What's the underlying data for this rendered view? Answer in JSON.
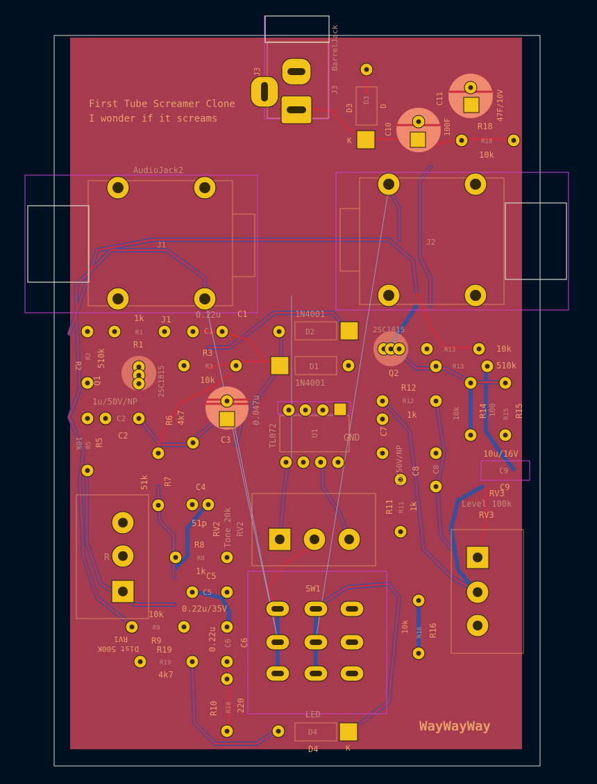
{
  "board": {
    "title_line1": "First Tube Screamer Clone",
    "title_line2": "I wonder if it screams",
    "brand": "WayWayWay"
  },
  "colors": {
    "background": "#001023",
    "board_fill": "#a63a4e",
    "copper_front": "#c83040",
    "copper_back": "#3a4f9a",
    "pad": "#f2c21b",
    "silkscreen": "#e8a06a",
    "courtyard": "#d040d0",
    "edge_cuts": "#d8d8c8"
  },
  "labels": {
    "audiojack2": "AudioJack2",
    "j1": "J1",
    "j2": "J2",
    "j3a": "J3",
    "j3b": "J3",
    "barrel_jack": "BarrelJack",
    "d3a": "D3",
    "d3b": "D3",
    "d3_d": "D",
    "d3_k": "K",
    "c10": "C10",
    "c10_val": "100F",
    "c11": "C11",
    "c11_val": "47F/10V",
    "r18": "R18",
    "r18_body": "R18",
    "r18_val": "10k",
    "r1_val": "1k",
    "r1": "R1",
    "r1_body": "R1",
    "j1b": "J1",
    "c1_val": "0.22u",
    "c1": "C1",
    "c1_body": "C1",
    "r2": "R2",
    "r2_body": "R2",
    "r2_val": "510k",
    "q1": "Q1",
    "q1_val": "2SC1815",
    "r3": "R3",
    "r3_body": "R3",
    "r3_val": "10k",
    "d2_val": "1N4001",
    "d2": "D2",
    "d1": "D1",
    "d1_val": "1N4001",
    "q2_val": "2SC1815",
    "q2": "Q2",
    "r13_a": "R13",
    "r13_b": "R13",
    "r13_val": "10k",
    "r12_val": "510k",
    "r12": "R12",
    "r12_body": "R12",
    "r12b_val": "1k",
    "c2_val": "1u/50V/NP",
    "c2": "C2",
    "c2_body": "C2",
    "r5": "R5",
    "r5_body": "R5",
    "r5_val": "10k",
    "r6": "R6",
    "r6_val": "4k7",
    "c3": "C3",
    "c_047": "0.047u",
    "u1": "TL072",
    "u1_ref": "U1",
    "gnd": "GND",
    "c7": "C7",
    "c7_val": "1u/50V/NP",
    "c8": "C8",
    "c8_body": "C8",
    "r14": "R14",
    "r14_val": "10k",
    "r15": "R15",
    "r15_val": "100",
    "r15_body": "R15",
    "c9_val": "10u/16V",
    "c9": "C9",
    "c9_body": "C9",
    "r7": "R7",
    "r7_val": "51k",
    "c4": "C4",
    "c4_val": "51p",
    "rv2": "RV2",
    "rv2_val": "Tone 20k",
    "rv2_b": "RV2",
    "r11": "R11",
    "r11_val": "1k",
    "r11_body": "R11",
    "rv3": "RV3",
    "rv3_val": "Level 100k",
    "rv3_b": "RV3",
    "rv1_ref": "R",
    "r8": "R8",
    "r8_body": "R8",
    "r8_val": "1k",
    "c5": "C5",
    "c5_body": "C5",
    "c5_val": "0.22u/35V",
    "sw1": "SW1",
    "r9_val": "10k",
    "r9": "R9",
    "r9_body": "R9",
    "rv1_a": "RV1",
    "rv1_b": "Dist 500K",
    "r16_val": "10k",
    "r16": "R16",
    "r16_body": "R16",
    "r19": "R19",
    "r19_body": "R19",
    "r19_val": "4k7",
    "c6": "C6",
    "c6_val": "0.22u",
    "c6_body": "C6",
    "r10": "R10",
    "r10_body": "R10",
    "r10_val": "220",
    "led": "LED",
    "d4": "D4",
    "d4_body": "D4",
    "d4_k": "K"
  }
}
